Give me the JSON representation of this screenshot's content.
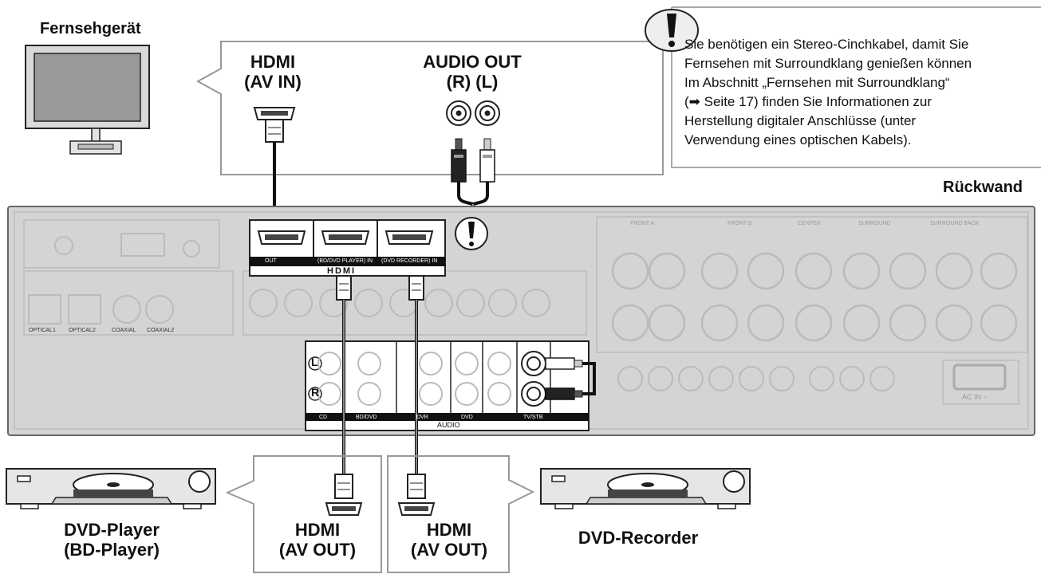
{
  "labels": {
    "tv": "Fernsehgerät",
    "hdmi_in_line1": "HDMI",
    "hdmi_in_line2": "(AV IN)",
    "audio_out_line1": "AUDIO OUT",
    "audio_out_line2": "(R) (L)",
    "rear_panel": "Rückwand",
    "dvd_player_line1": "DVD-Player",
    "dvd_player_line2": "(BD-Player)",
    "hdmi_out1_line1": "HDMI",
    "hdmi_out1_line2": "(AV OUT)",
    "hdmi_out2_line1": "HDMI",
    "hdmi_out2_line2": "(AV OUT)",
    "dvd_recorder": "DVD-Recorder"
  },
  "note": {
    "lines": [
      "Sie benötigen ein Stereo-Cinchkabel, damit Sie",
      "Fernsehen mit Surroundklang genießen können",
      "Im Abschnitt „Fernsehen mit Surroundklang“",
      "(➡ Seite 17) finden Sie Informationen zur",
      "Herstellung digitaler Anschlüsse (unter",
      "Verwendung eines optischen Kabels)."
    ]
  },
  "panel": {
    "hdmi_ports": [
      "OUT",
      "(BD/DVD PLAYER) IN",
      "(DVD RECORDER) IN"
    ],
    "hdmi_logo": "HDMI",
    "digital_in": [
      "OPTICAL1",
      "OPTICAL2",
      "COAXIAL",
      "COAXIAL2"
    ],
    "audio_label": "AUDIO",
    "audio_inputs": [
      "CD",
      "BD/DVD",
      "DVR",
      "DVD",
      "TV/STB"
    ],
    "front_a": "FRONT A",
    "front_b": "FRONT B",
    "center": "CENTER",
    "surround": "SURROUND",
    "surround_back": "SURROUND BACK",
    "ac_in": "AC IN ~",
    "channel_l": "L",
    "channel_r": "R"
  }
}
